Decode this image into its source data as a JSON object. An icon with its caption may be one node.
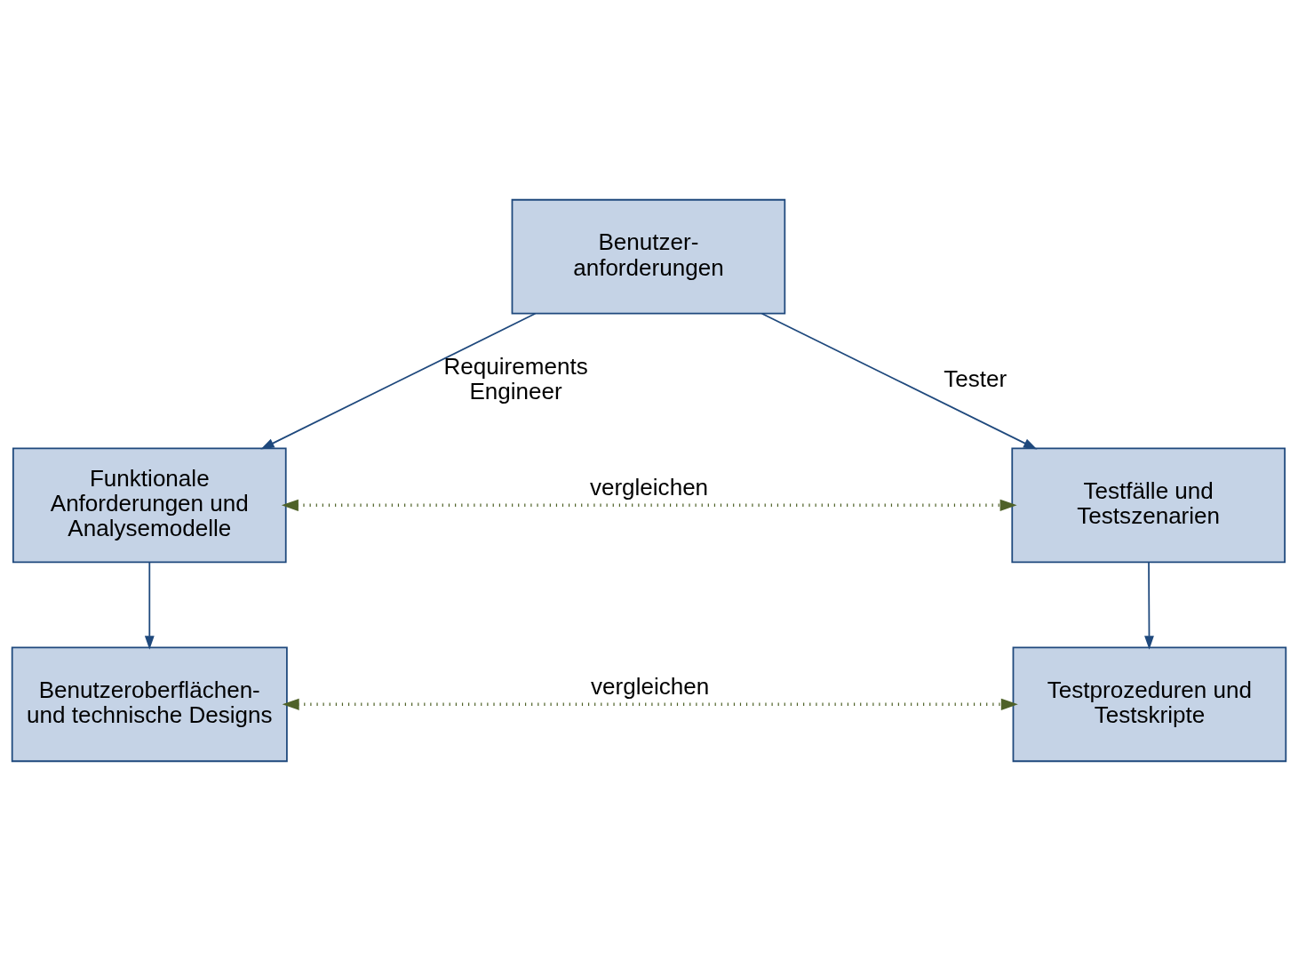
{
  "diagram": {
    "nodes": [
      {
        "text": [
          "Benutzer- anforderungen"
        ]
      },
      {
        "text": [
          "Funktionale Anforderungen und Analysemodelle"
        ]
      },
      {
        "text": [
          "Testfälle und Testszenarien"
        ]
      },
      {
        "text": [
          "Benutzeroberflächen- und technische Designs"
        ]
      },
      {
        "text": [
          "Testprozeduren und Testskripte"
        ]
      }
    ],
    "edges": [
      {
        "from": 0,
        "to": 1,
        "arrow": "to",
        "label": "Requirements Engineer"
      },
      {
        "from": 0,
        "to": 2,
        "arrow": "to",
        "label": "Tester"
      },
      {
        "from": 1,
        "to": 2,
        "arrow": "both",
        "label": "vergleichen",
        "style": "dashed",
        "color": "#4f6228"
      },
      {
        "from": 1,
        "to": 3,
        "arrow": "to"
      },
      {
        "from": 2,
        "to": 4,
        "arrow": "to"
      },
      {
        "from": 3,
        "to": 4,
        "arrow": "both",
        "label": "vergleichen",
        "style": "dashed",
        "color": "#4f6228"
      }
    ]
  }
}
